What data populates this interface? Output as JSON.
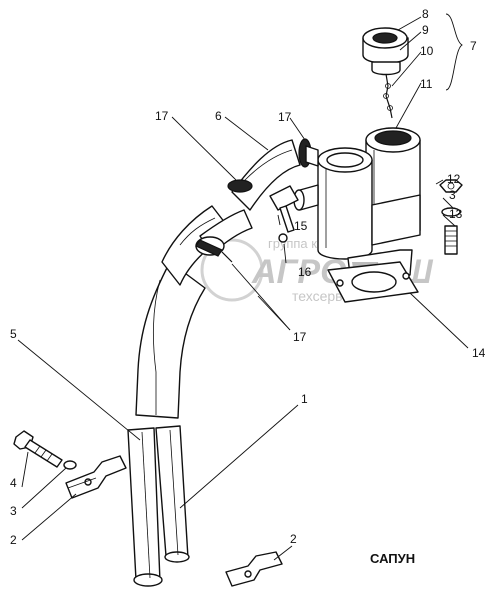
{
  "title": "САПУН",
  "labels": [
    {
      "id": "8",
      "text": "8"
    },
    {
      "id": "9",
      "text": "9"
    },
    {
      "id": "10",
      "text": "10"
    },
    {
      "id": "7",
      "text": "7"
    },
    {
      "id": "11",
      "text": "11"
    },
    {
      "id": "17a",
      "text": "17"
    },
    {
      "id": "6",
      "text": "6"
    },
    {
      "id": "17b",
      "text": "17"
    },
    {
      "id": "12",
      "text": "12"
    },
    {
      "id": "3a",
      "text": "3"
    },
    {
      "id": "13",
      "text": "13"
    },
    {
      "id": "15",
      "text": "15"
    },
    {
      "id": "16",
      "text": "16"
    },
    {
      "id": "17c",
      "text": "17"
    },
    {
      "id": "14",
      "text": "14"
    },
    {
      "id": "5",
      "text": "5"
    },
    {
      "id": "1",
      "text": "1"
    },
    {
      "id": "4",
      "text": "4"
    },
    {
      "id": "3b",
      "text": "3"
    },
    {
      "id": "2a",
      "text": "2"
    },
    {
      "id": "2b",
      "text": "2"
    }
  ],
  "watermark": {
    "line1": "группа компаний",
    "line2": "АГРОМАШ",
    "line3": "техсервис"
  }
}
